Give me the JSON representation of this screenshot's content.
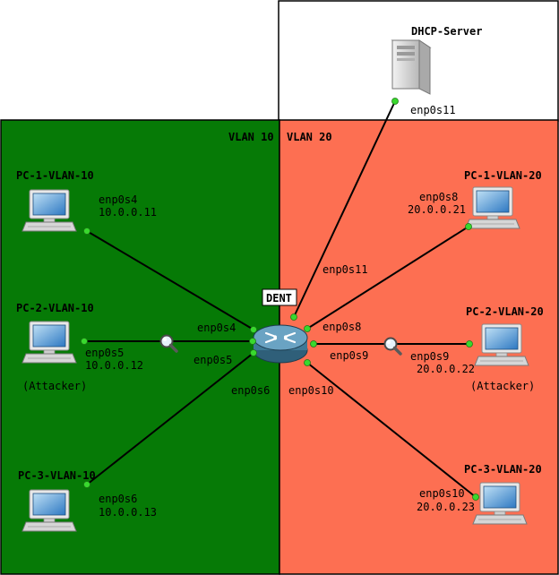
{
  "colors": {
    "vlan10_fill": "#067a06",
    "vlan20_fill": "#fd6f52",
    "link": "#000000",
    "port_dot": "#39d82e",
    "router_body": "#4a87a8"
  },
  "vlan10": {
    "title": "VLAN 10"
  },
  "vlan20": {
    "title": "VLAN 20"
  },
  "dhcp": {
    "name": "DHCP-Server",
    "port": "enp0s11",
    "icon": "server-icon"
  },
  "switch": {
    "name": "DENT",
    "icon": "router-icon",
    "ports": {
      "p4": "enp0s4",
      "p5": "enp0s5",
      "p6": "enp0s6",
      "p8": "enp0s8",
      "p9": "enp0s9",
      "p10": "enp0s10",
      "p11": "enp0s11"
    }
  },
  "hosts": {
    "pc1v10": {
      "name": "PC-1-VLAN-10",
      "port": "enp0s4",
      "ip": "10.0.0.11"
    },
    "pc2v10": {
      "name": "PC-2-VLAN-10",
      "port": "enp0s5",
      "ip": "10.0.0.12",
      "role": "(Attacker)"
    },
    "pc3v10": {
      "name": "PC-3-VLAN-10",
      "port": "enp0s6",
      "ip": "10.0.0.13"
    },
    "pc1v20": {
      "name": "PC-1-VLAN-20",
      "port": "enp0s8",
      "ip": "20.0.0.21"
    },
    "pc2v20": {
      "name": "PC-2-VLAN-20",
      "port": "enp0s9",
      "ip": "20.0.0.22",
      "role": "(Attacker)"
    },
    "pc3v20": {
      "name": "PC-3-VLAN-20",
      "port": "enp0s10",
      "ip": "20.0.0.23"
    }
  },
  "capture_icon": "magnifier-icon",
  "pc_icon": "computer-icon"
}
